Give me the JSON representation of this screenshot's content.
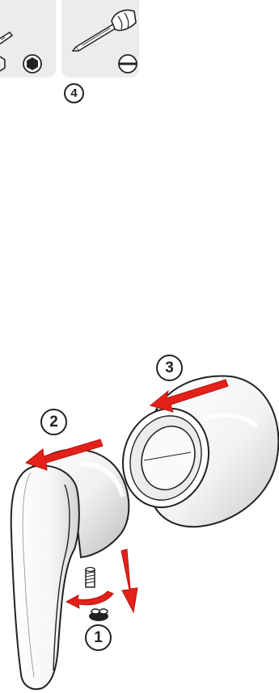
{
  "tools": [
    {
      "name": "hex-key",
      "symbol": "hexagon-socket"
    },
    {
      "name": "flat-screwdriver",
      "symbol": "slotted-head"
    }
  ],
  "steps": {
    "step1": "1",
    "step2": "2",
    "step3": "3",
    "step4": "4"
  },
  "colors": {
    "arrow": "#e32119",
    "arrow_dark": "#b8140f",
    "outline": "#222222",
    "tile": "#ececec"
  }
}
